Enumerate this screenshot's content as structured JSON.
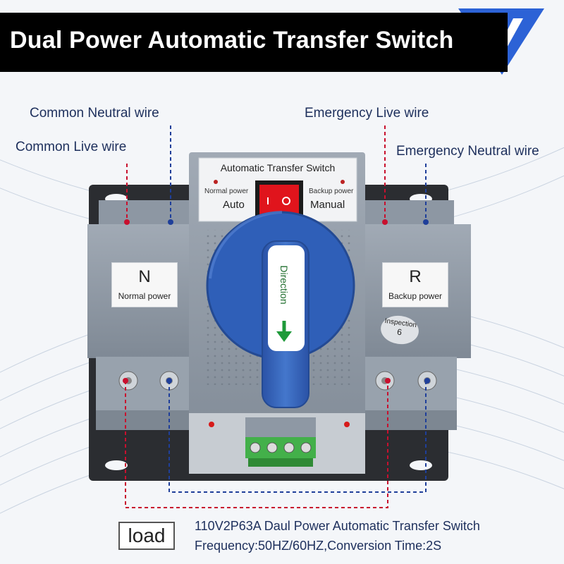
{
  "title": "Dual Power Automatic Transfer Switch",
  "wire_labels": {
    "common_neutral": "Common Neutral wire",
    "common_live": "Common Live wire",
    "emergency_live": "Emergency Live wire",
    "emergency_neutral": "Emergency Neutral wire"
  },
  "panel": {
    "header": "Automatic Transfer Switch",
    "normal_power": "Normal power",
    "auto": "Auto",
    "backup_power": "Backup power",
    "manual": "Manual"
  },
  "left_module": {
    "letter": "N",
    "caption": "Normal power"
  },
  "right_module": {
    "letter": "R",
    "caption": "Backup power"
  },
  "handle_text": "Direction",
  "inspection": {
    "label": "Inspection",
    "number": "6"
  },
  "load_label": "load",
  "spec_lines": [
    "110V2P63A Daul Power Automatic Transfer Switch",
    "Frequency:50HZ/60HZ,Conversion Time:2S"
  ],
  "colors": {
    "live_wire": "#c8102e",
    "neutral_wire": "#1f3f9a",
    "housing": "#8e98a4",
    "handle": "#2f5fb8",
    "switch": "#e0141c"
  }
}
